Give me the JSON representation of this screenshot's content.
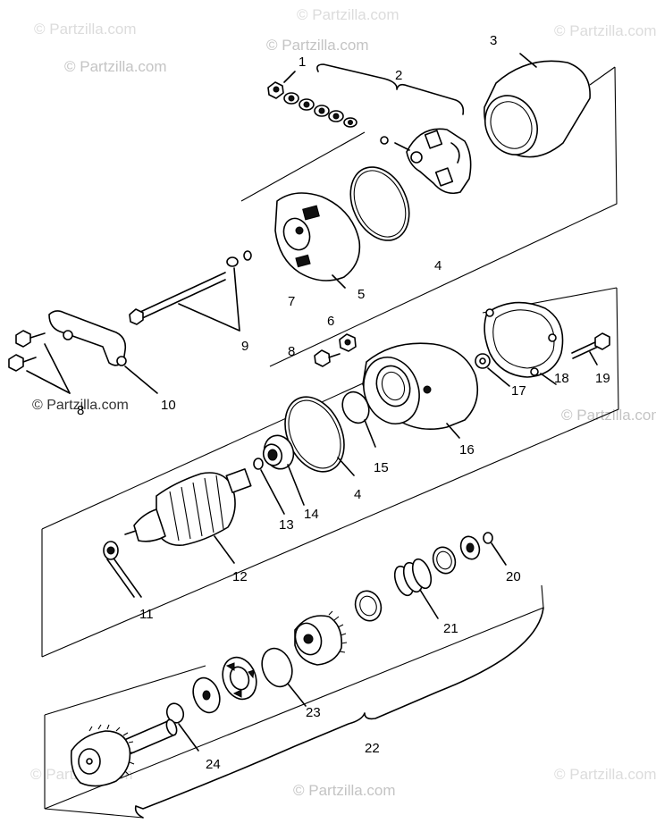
{
  "watermarks": {
    "text": "© Partzilla.com",
    "dark": "© Partzilla.com"
  },
  "callouts": [
    "1",
    "2",
    "3",
    "4",
    "5",
    "6",
    "7",
    "8",
    "9",
    "10",
    "11",
    "12",
    "13",
    "14",
    "15",
    "16",
    "17",
    "18",
    "19",
    "20",
    "21",
    "22",
    "23",
    "24"
  ],
  "callout_4_second": "4",
  "callout_8_second": "8"
}
